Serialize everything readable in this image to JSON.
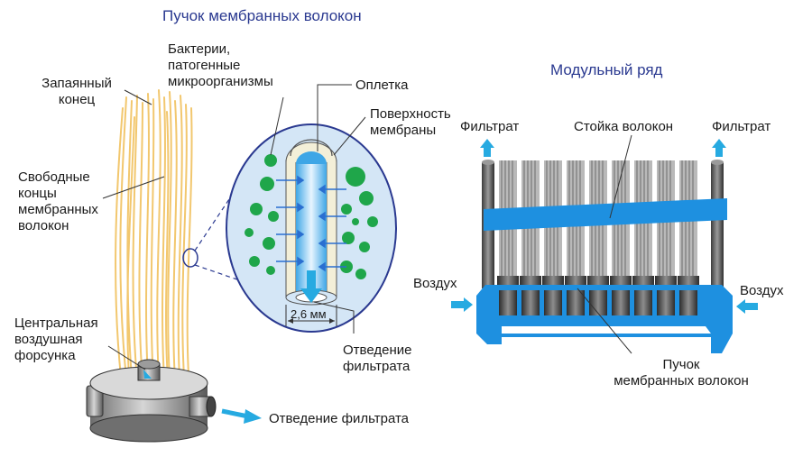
{
  "titles": {
    "bundle": "Пучок мембранных волокон",
    "module": "Модульный ряд"
  },
  "labels": {
    "sealed_end": "Запаянный\nконец",
    "free_ends": "Свободные\nконцы\nмембранных\nволокон",
    "air_nozzle": "Центральная\nвоздушная\nфорсунка",
    "filtrate_drain": "Отведение фильтрата",
    "bacteria": "Бактерии,\nпатогенные\nмикроорганизмы",
    "braid": "Оплетка",
    "membrane_surface": "Поверхность\nмембраны",
    "diameter": "2,6 мм",
    "filtrate_out": "Отведение\nфильтрата",
    "filtrate_left": "Фильтрат",
    "filtrate_right": "Фильтрат",
    "fiber_rack": "Стойка волокон",
    "air_left": "Воздух",
    "air_right": "Воздух",
    "module_bundle": "Пучок\nмембранных волокон"
  },
  "colors": {
    "title": "#2a3990",
    "fiber": "#f2c76e",
    "arrow": "#26aae1",
    "rack_blue": "#1e90e0",
    "bacteria": "#1fa64a",
    "ellipse_fill": "#d4e6f6"
  }
}
